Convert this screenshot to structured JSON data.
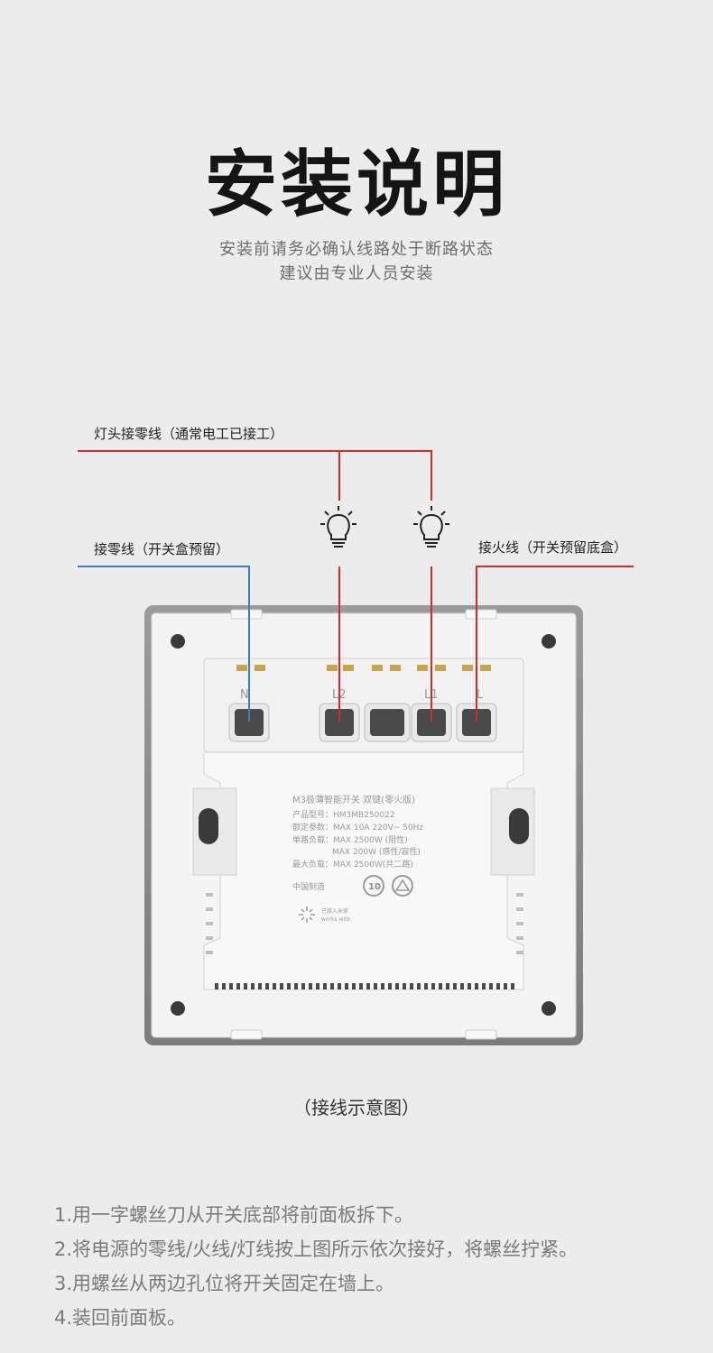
{
  "header": {
    "title": "安装说明",
    "subtitle_line1": "安装前请务必确认线路处于断路状态",
    "subtitle_line2": "建议由专业人员安装"
  },
  "diagram": {
    "labels": {
      "lamp_neutral": "灯头接零线（通常电工已接工）",
      "neutral": "接零线（开关盒预留）",
      "live": "接火线（开关预留底盒）"
    },
    "terminals": [
      "N",
      "L2",
      "L1",
      "L"
    ],
    "colors": {
      "neutral_wire": "#3a7bd5",
      "live_wire": "#d42a2a",
      "frame": "#8a8a8a"
    },
    "back_label": {
      "model": "M3极薄智能开关 双键(零火版)",
      "product_no": "产品型号：HM3MB250022",
      "rating": "额定参数：MAX 10A 220V~ 50Hz",
      "single_load": "单路负载：MAX 2500W (阻性)",
      "single_load2": "MAX 200W (感性/容性)",
      "max_load": "最大负载：MAX 2500W(共二路)",
      "made_in": "中国制造",
      "badge_10": "10",
      "works_with": "works with",
      "works_with_cn": "已接入米家"
    }
  },
  "caption": "（接线示意图）",
  "steps": [
    "1.用一字螺丝刀从开关底部将前面板拆下。",
    "2.将电源的零线/火线/灯线按上图所示依次接好，将螺丝拧紧。",
    "3.用螺丝从两边孔位将开关固定在墙上。",
    "4.装回前面板。"
  ]
}
